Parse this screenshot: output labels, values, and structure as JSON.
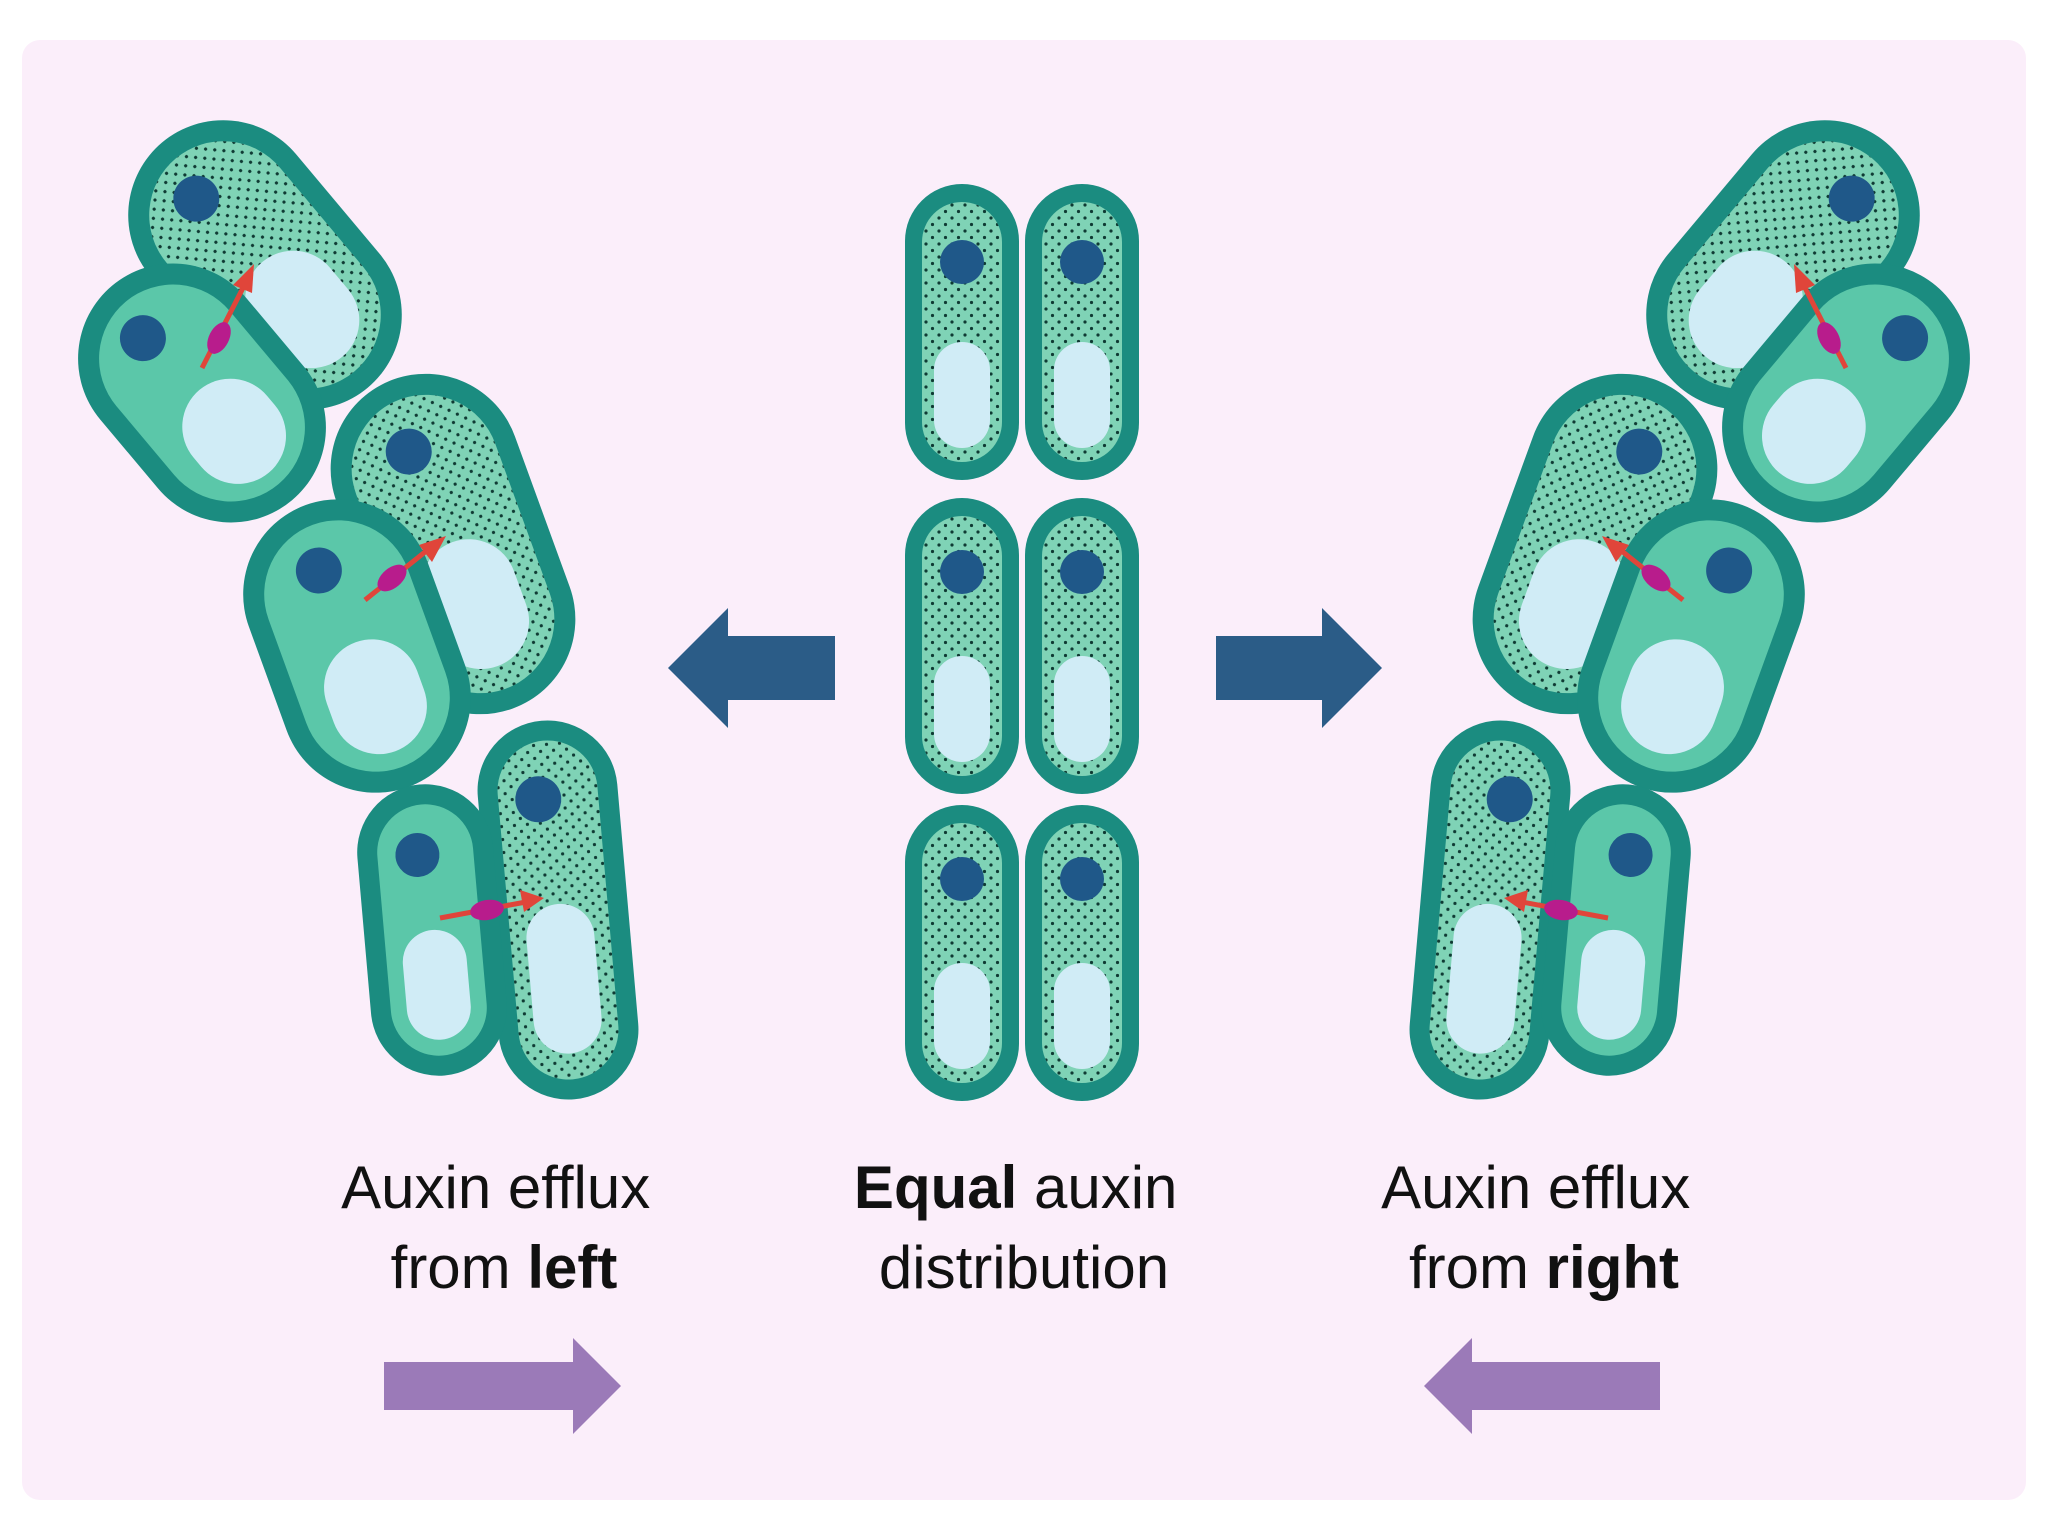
{
  "labels": {
    "left": {
      "line1": "Auxin efflux",
      "line2_prefix": "from ",
      "line2_bold": "left"
    },
    "center": {
      "line1_bold": "Equal",
      "line1_suffix": " auxin",
      "line2": "distribution"
    },
    "right": {
      "line1": "Auxin efflux",
      "line2_prefix": "from ",
      "line2_bold": "right"
    }
  },
  "colors": {
    "background": "#fbeefa",
    "cell_wall": "#1b8c80",
    "cytoplasm": "#5bc7a9",
    "cytoplasm_auxin": "#7fd3b6",
    "vacuole": "#d0ecf6",
    "nucleus": "#1f5889",
    "stipple": "#0f3a33",
    "bend_arrow": "#2b5c87",
    "flow_arrow": "#9b7ab8",
    "efflux_arrow": "#e0453a",
    "efflux_carrier": "#b81c8c"
  },
  "icons": {
    "bend_left": "arrow-left-icon",
    "bend_right": "arrow-right-icon",
    "flow_left": "arrow-right-icon",
    "flow_right": "arrow-left-icon"
  }
}
